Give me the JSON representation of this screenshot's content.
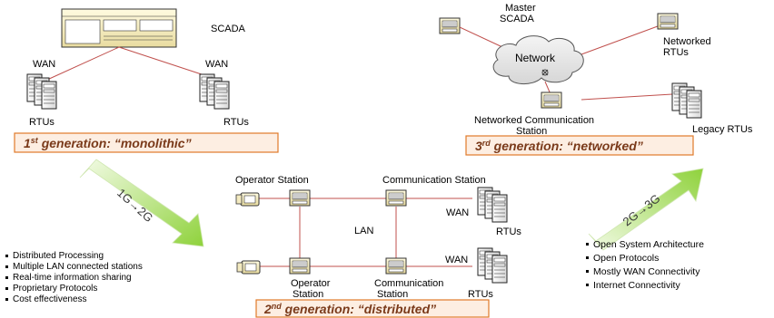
{
  "gen1": {
    "scada_label": "SCADA",
    "wan_left": "WAN",
    "wan_right": "WAN",
    "rtus_left": "RTUs",
    "rtus_right": "RTUs",
    "caption_prefix": "1",
    "caption_sup": "st",
    "caption_rest": " generation: “monolithic”"
  },
  "gen3": {
    "master_line1": "Master",
    "master_line2": "SCADA",
    "network_label": "Network",
    "networked_rtus_line1": "Networked",
    "networked_rtus_line2": "RTUs",
    "comm_line1": "Networked Communication",
    "comm_line2": "Station",
    "legacy_rtus": "Legacy RTUs",
    "caption_prefix": "3",
    "caption_sup": "rd",
    "caption_rest": " generation: “networked”"
  },
  "gen2": {
    "operator_station_top": "Operator Station",
    "communication_station_top": "Communication Station",
    "lan": "LAN",
    "wan_top": "WAN",
    "wan_bottom": "WAN",
    "rtus_top": "RTUs",
    "rtus_bottom": "RTUs",
    "operator_bottom_line1": "Operator",
    "operator_bottom_line2": "Station",
    "comm_bottom_line1": "Communication",
    "comm_bottom_line2": "Station",
    "caption_prefix": "2",
    "caption_sup": "nd",
    "caption_rest": " generation: “distributed”"
  },
  "arrow_1g_2g": "1G→2G",
  "arrow_2g_3g": "2G→3G",
  "bullets_left": [
    "Distributed Processing",
    "Multiple LAN connected stations",
    "Real-time information sharing",
    "Proprietary Protocols",
    "Cost effectiveness"
  ],
  "bullets_right": [
    "Open System Architecture",
    "Open Protocols",
    "Mostly WAN Connectivity",
    "Internet Connectivity"
  ],
  "colors": {
    "link_line": "#c0504d",
    "caption_border": "#e07a2a",
    "caption_fill": "#fdeee2",
    "caption_text": "#7a3a1a",
    "arrow_light": "#eaf7d2",
    "arrow_dark": "#8fd23c"
  }
}
